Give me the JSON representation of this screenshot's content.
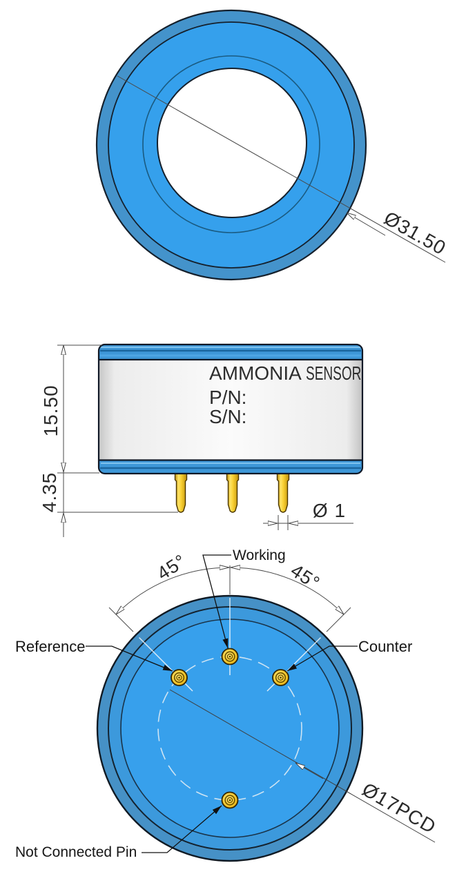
{
  "top_view": {
    "outer_diameter_dim": "Ø31.50"
  },
  "side_view": {
    "label_line1_a": "AMMONIA",
    "label_line1_b": "SENSOR",
    "label_line2": "P/N:",
    "label_line3": "S/N:",
    "body_height_dim": "15.50",
    "pin_length_dim": "4.35",
    "pin_diameter_dim": "Ø 1"
  },
  "bottom_view": {
    "angle_left_dim": "45°",
    "angle_right_dim": "45°",
    "pcd_diameter_dim": "Ø17PCD",
    "labels": {
      "working": "Working",
      "reference": "Reference",
      "counter": "Counter",
      "not_connected": "Not Connected Pin"
    }
  },
  "colors": {
    "body_blue": "#37A0EC",
    "edge_blue": "#4691C6",
    "ring_blue": "#3C99DC",
    "pin_gold": "#EFBE1F",
    "label_bg": "#F7F7F7",
    "outline": "#15202C",
    "dim_line": "#4A4A4A"
  }
}
